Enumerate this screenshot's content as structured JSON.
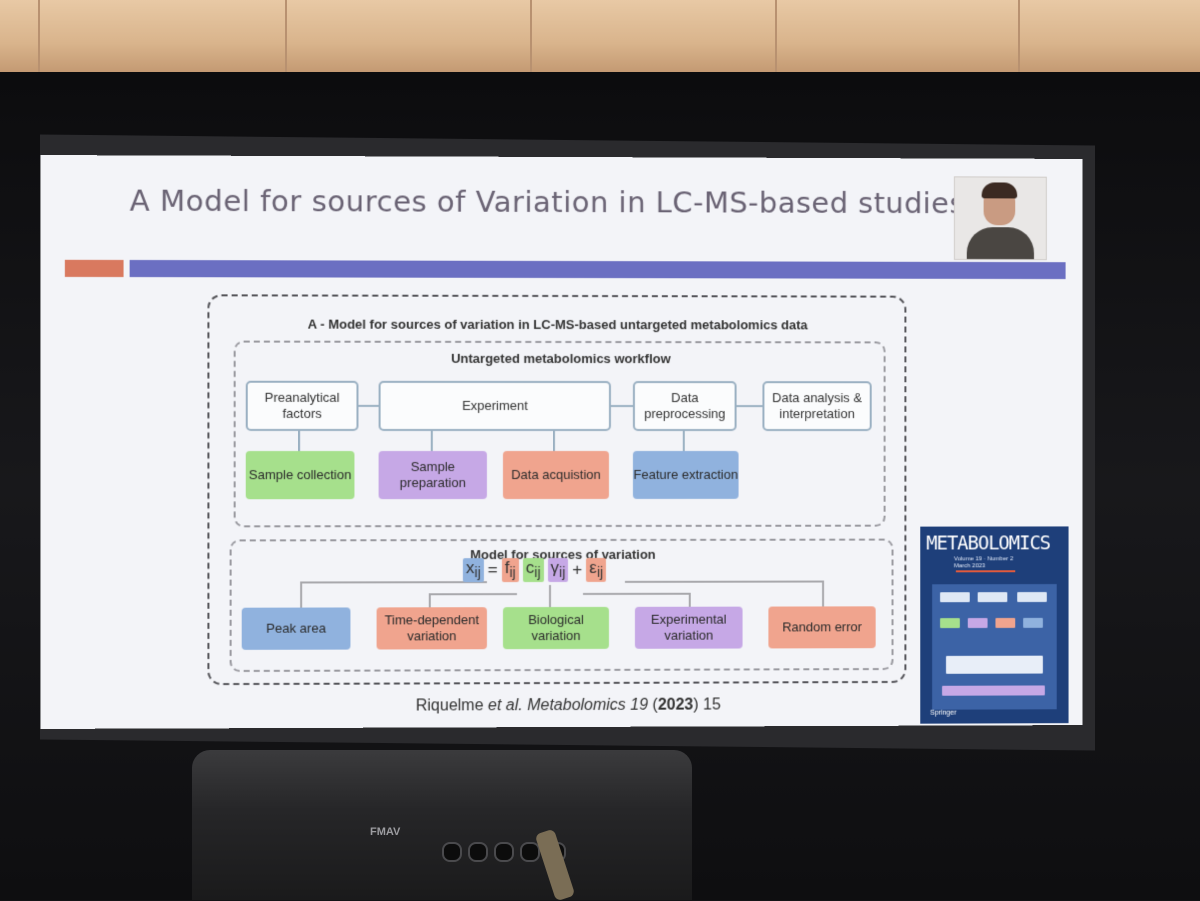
{
  "slide": {
    "title": "A Model for sources of Variation in LC-MS-based studies",
    "outer_title": "A - Model for sources of variation in LC-MS-based untargeted metabolomics  data",
    "workflow": {
      "title": "Untargeted metabolomics workflow",
      "stages": [
        "Preanalytical factors",
        "Experiment",
        "Data preprocessing",
        "Data analysis & interpretation"
      ],
      "steps": [
        {
          "label": "Sample collection",
          "color": "#a6e08c"
        },
        {
          "label": "Sample preparation",
          "color": "#c6a8e6"
        },
        {
          "label": "Data acquistion",
          "color": "#f0a48e"
        },
        {
          "label": "Feature extraction",
          "color": "#90b2de"
        }
      ]
    },
    "model": {
      "title": "Model for sources of variation",
      "formula": {
        "x": "x",
        "f": "f",
        "c": "c",
        "gamma": "γ",
        "eps": "ε",
        "sub": "ij",
        "eq": "=",
        "plus": "+"
      },
      "terms": [
        {
          "label": "Peak area",
          "color": "#90b2de"
        },
        {
          "label": "Time-dependent variation",
          "color": "#f0a48e"
        },
        {
          "label": "Biological variation",
          "color": "#a6e08c"
        },
        {
          "label": "Experimental variation",
          "color": "#c6a8e6"
        },
        {
          "label": "Random error",
          "color": "#f0a48e"
        }
      ]
    },
    "citation": {
      "authors": "Riquelme ",
      "etal": "et al. Metabolomics 19",
      "year": "2023",
      "pages": "15",
      "open": " (",
      "close": ") "
    },
    "journal_cover": {
      "title": "METABOLOMICS",
      "volume": "Volume 19 · Number 2",
      "date": "March 2023",
      "publisher": "Springer"
    },
    "colors": {
      "accent_orange": "#d9795f",
      "accent_blue": "#6b6fc2",
      "title_text": "#6a6374"
    }
  },
  "projector": {
    "brand": "FMAV"
  }
}
